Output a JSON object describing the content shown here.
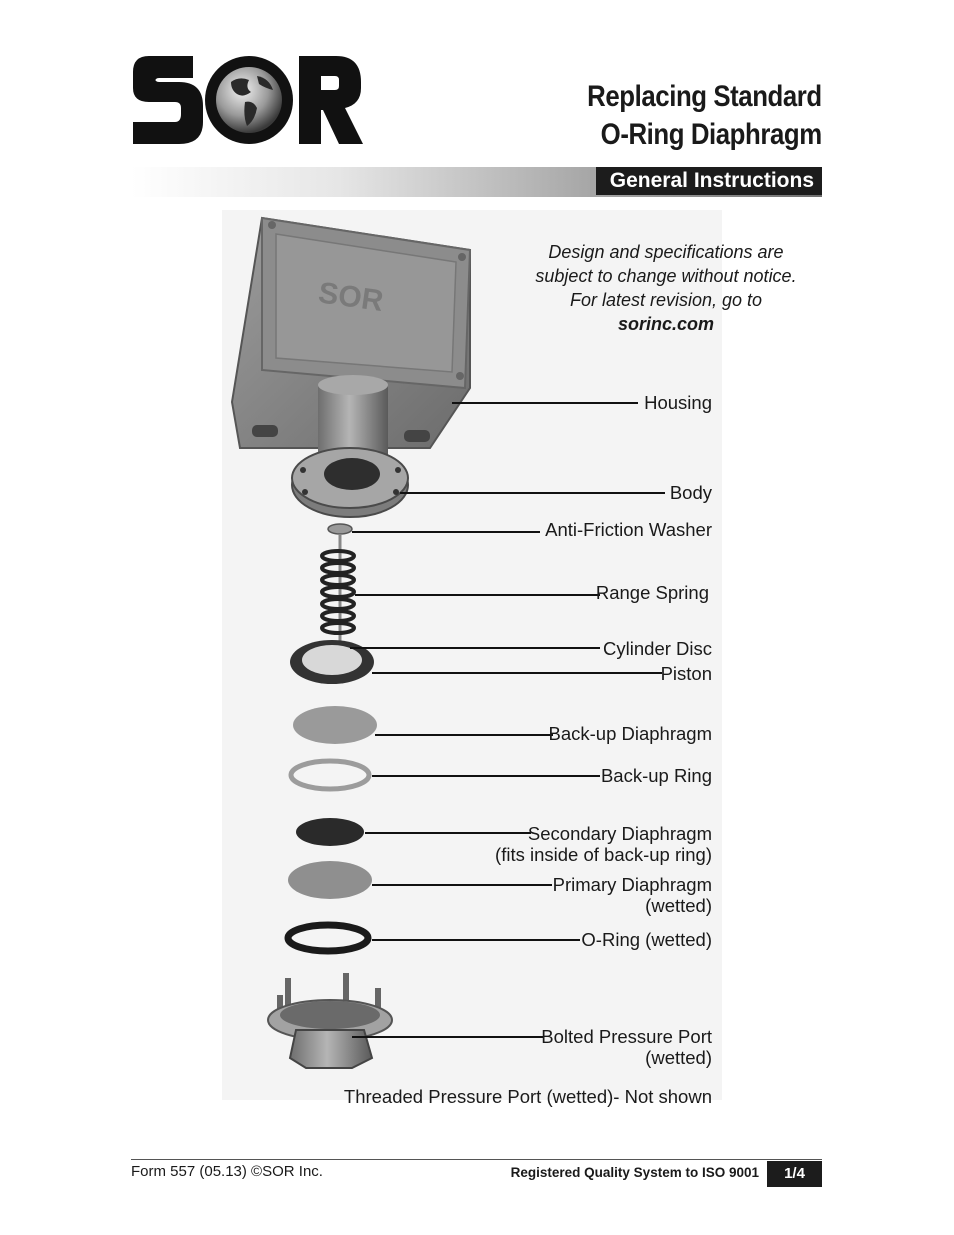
{
  "brand": {
    "logo_text": "SOR"
  },
  "header": {
    "title_line1": "Replacing Standard",
    "title_line2": "O-Ring Diaphragm",
    "section": "General Instructions"
  },
  "note": {
    "line1": "Design and specifications are",
    "line2": "subject to change without notice.",
    "line3": "For latest revision, go to",
    "link": "sorinc.com"
  },
  "callouts": {
    "housing": "Housing",
    "body": "Body",
    "washer": "Anti-Friction Washer",
    "spring": "Range Spring",
    "cylinder_disc": "Cylinder Disc",
    "piston": "Piston",
    "backup_diaphragm": "Back-up Diaphragm",
    "backup_ring": "Back-up Ring",
    "secondary_1": "Secondary Diaphragm",
    "secondary_2": "(fits inside of back-up ring)",
    "primary_1": "Primary Diaphragm",
    "primary_2": "(wetted)",
    "oring": "O-Ring (wetted)",
    "bolted_1": "Bolted Pressure Port",
    "bolted_2": "(wetted)",
    "threaded": "Threaded Pressure Port (wetted)- Not shown"
  },
  "footer": {
    "form": "Form 557 (05.13) ©SOR Inc.",
    "iso": "Registered Quality System to ISO 9001",
    "page": "1/4"
  }
}
